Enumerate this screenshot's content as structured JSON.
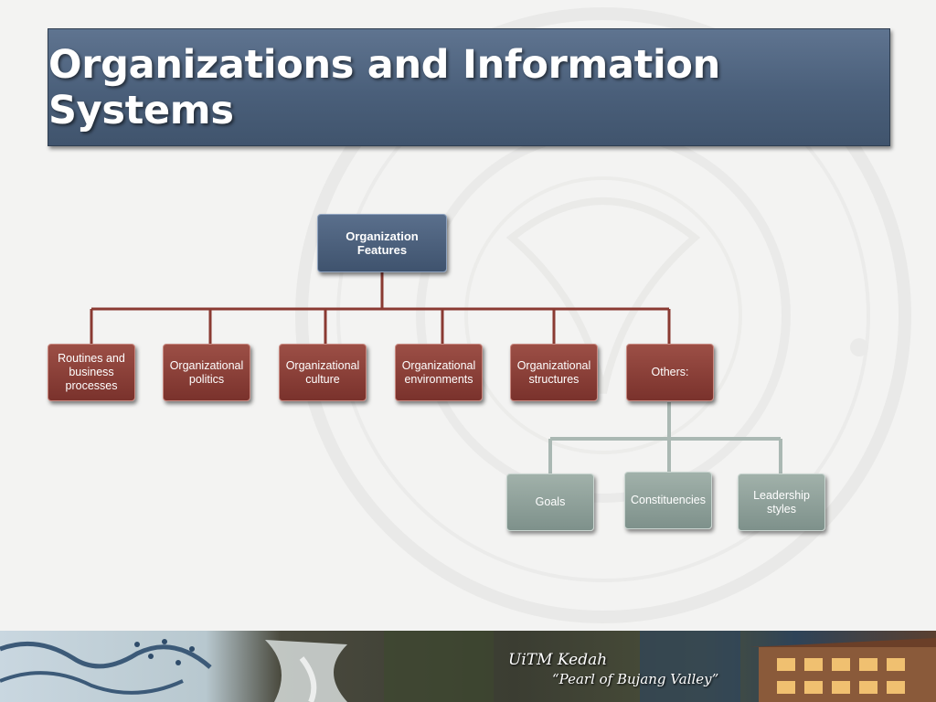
{
  "slide": {
    "title": "Organizations and Information Systems"
  },
  "diagram": {
    "root": "Organization Features",
    "features": [
      "Routines and business processes",
      "Organizational politics",
      "Organizational culture",
      "Organizational environments",
      "Organizational structures",
      "Others:"
    ],
    "others": [
      "Goals",
      "Constituencies",
      "Leadership styles"
    ]
  },
  "footer": {
    "line1": "UiTM Kedah",
    "line2": "“Pearl of Bujang Valley”"
  },
  "colors": {
    "title_banner": "#4a5f7a",
    "root_box": "#3f536e",
    "feature_box": "#7a322c",
    "sub_box": "#8a9c96",
    "feature_connector": "#8a3a32",
    "sub_connector": "#aab8b3"
  }
}
